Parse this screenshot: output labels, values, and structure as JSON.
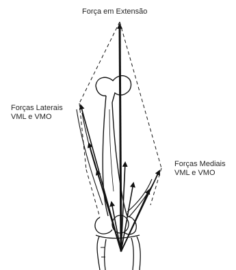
{
  "labels": {
    "top": "Força em Extensão",
    "left": {
      "line1": "Forças Laterais",
      "line2": "VML e VMO"
    },
    "right": {
      "line1": "Forças Mediais",
      "line2": "VML e VMO"
    }
  },
  "colors": {
    "ink": "#111111",
    "background": "#ffffff"
  }
}
